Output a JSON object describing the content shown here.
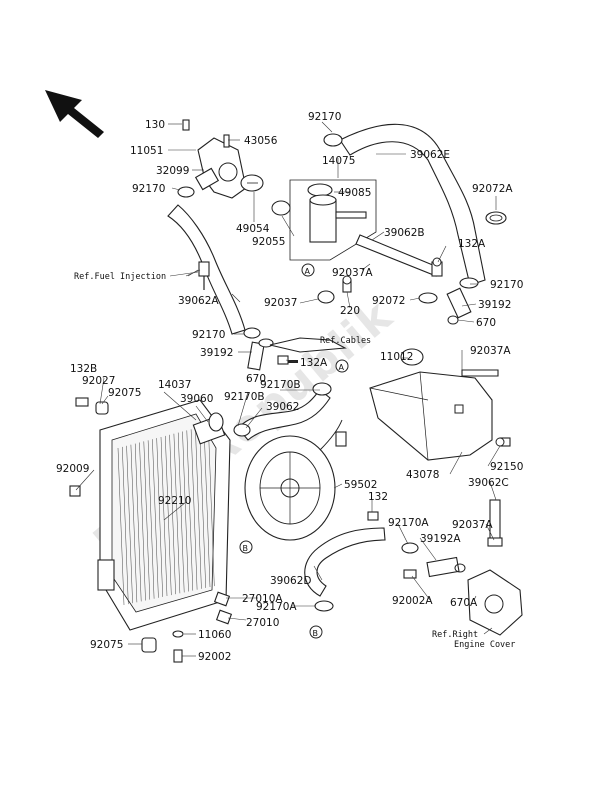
{
  "watermark": "PartsRepublik",
  "part_numbers": {
    "p130": "130",
    "p43056": "43056",
    "p92170_top": "92170",
    "p11051": "11051",
    "p32099": "32099",
    "p14075": "14075",
    "p39062E": "39062E",
    "p92170_l": "92170",
    "p49085": "49085",
    "p92072A": "92072A",
    "p49054": "49054",
    "p92055": "92055",
    "p39062B": "39062B",
    "p132A_r": "132A",
    "p92037A_a": "92037A",
    "p92170_r": "92170",
    "p39062A": "39062A",
    "p92037": "92037",
    "p92072": "92072",
    "p39192_r": "39192",
    "p220": "220",
    "p670_r": "670",
    "p92170_m": "92170",
    "p39192_m": "39192",
    "p132A_m": "132A",
    "p11012": "11012",
    "p92037A_b": "92037A",
    "p132B": "132B",
    "p92027": "92027",
    "p92075_a": "92075",
    "p14037": "14037",
    "p39060": "39060",
    "p670_m": "670",
    "p92170B_a": "92170B",
    "p92170B_b": "92170B",
    "p39062": "39062",
    "p92009": "92009",
    "p43078": "43078",
    "p92150": "92150",
    "p92210": "92210",
    "p59502": "59502",
    "p39062C": "39062C",
    "p132": "132",
    "p92170A_a": "92170A",
    "p92037A_c": "92037A",
    "p39192A": "39192A",
    "p39062D": "39062D",
    "p27010A": "27010A",
    "p92170A_b": "92170A",
    "p92002A": "92002A",
    "p670A": "670A",
    "p27010": "27010",
    "p92075_b": "92075",
    "p11060": "11060",
    "p92002": "92002"
  },
  "references": {
    "fuel_injection": "Ref.Fuel Injection",
    "cables": "Ref.Cables",
    "right_engine_cover_1": "Ref.Right",
    "right_engine_cover_2": "Engine Cover"
  },
  "callouts": {
    "a1": "A",
    "a2": "A",
    "b1": "B",
    "b2": "B"
  }
}
